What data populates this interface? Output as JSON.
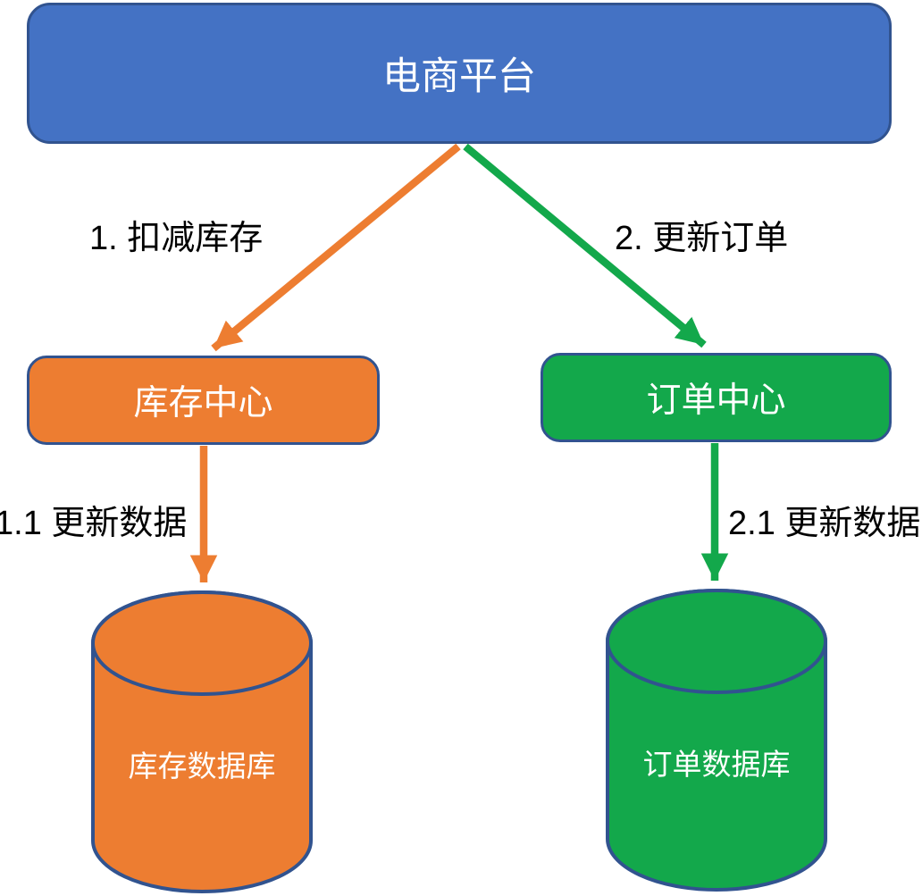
{
  "platform": {
    "label": "电商平台"
  },
  "inventory_center": {
    "label": "库存中心"
  },
  "order_center": {
    "label": "订单中心"
  },
  "inventory_db": {
    "label": "库存数据库"
  },
  "order_db": {
    "label": "订单数据库"
  },
  "edges": {
    "deduct_inventory": {
      "label": "1. 扣减库存"
    },
    "update_order": {
      "label": "2. 更新订单"
    },
    "inventory_update_data": {
      "label": "1.1 更新数据"
    },
    "order_update_data": {
      "label": "2.1 更新数据"
    }
  },
  "colors": {
    "platform_fill": "#4472C4",
    "inventory_fill": "#ED7D31",
    "order_fill": "#13A84B",
    "outline": "#31538F",
    "edge_label_text": "#000000",
    "node_text": "#FFFFFF",
    "background": "#FFFFFF"
  }
}
